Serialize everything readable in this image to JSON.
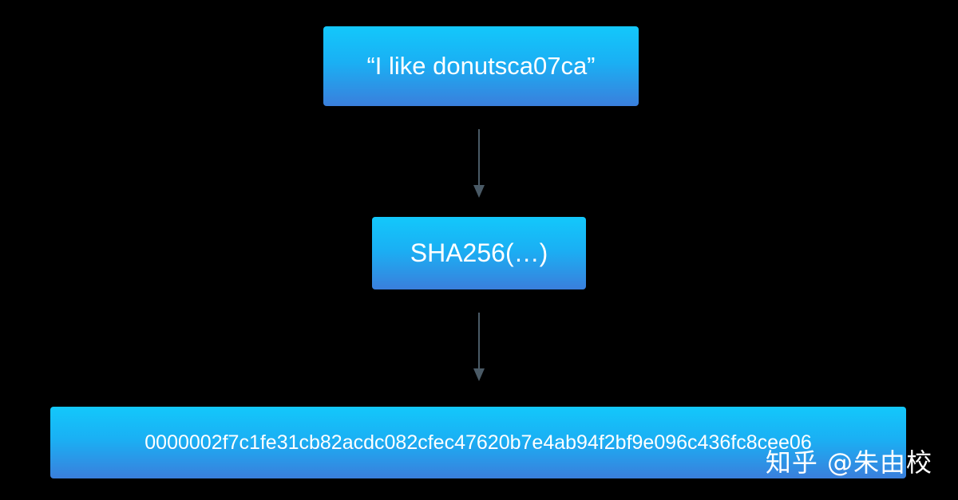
{
  "diagram": {
    "input_text": "“I like donutsca07ca”",
    "function_text": "SHA256(…)",
    "output_text": "0000002f7c1fe31cb82acdc082cfec47620b7e4ab94f2bf9e096c436fc8cee06"
  },
  "watermark": {
    "text": "知乎 @朱由校"
  },
  "colors": {
    "background": "#000000",
    "box_top": "#13c8fb",
    "box_bottom": "#3a7fdc",
    "arrow": "#4a5a66"
  }
}
